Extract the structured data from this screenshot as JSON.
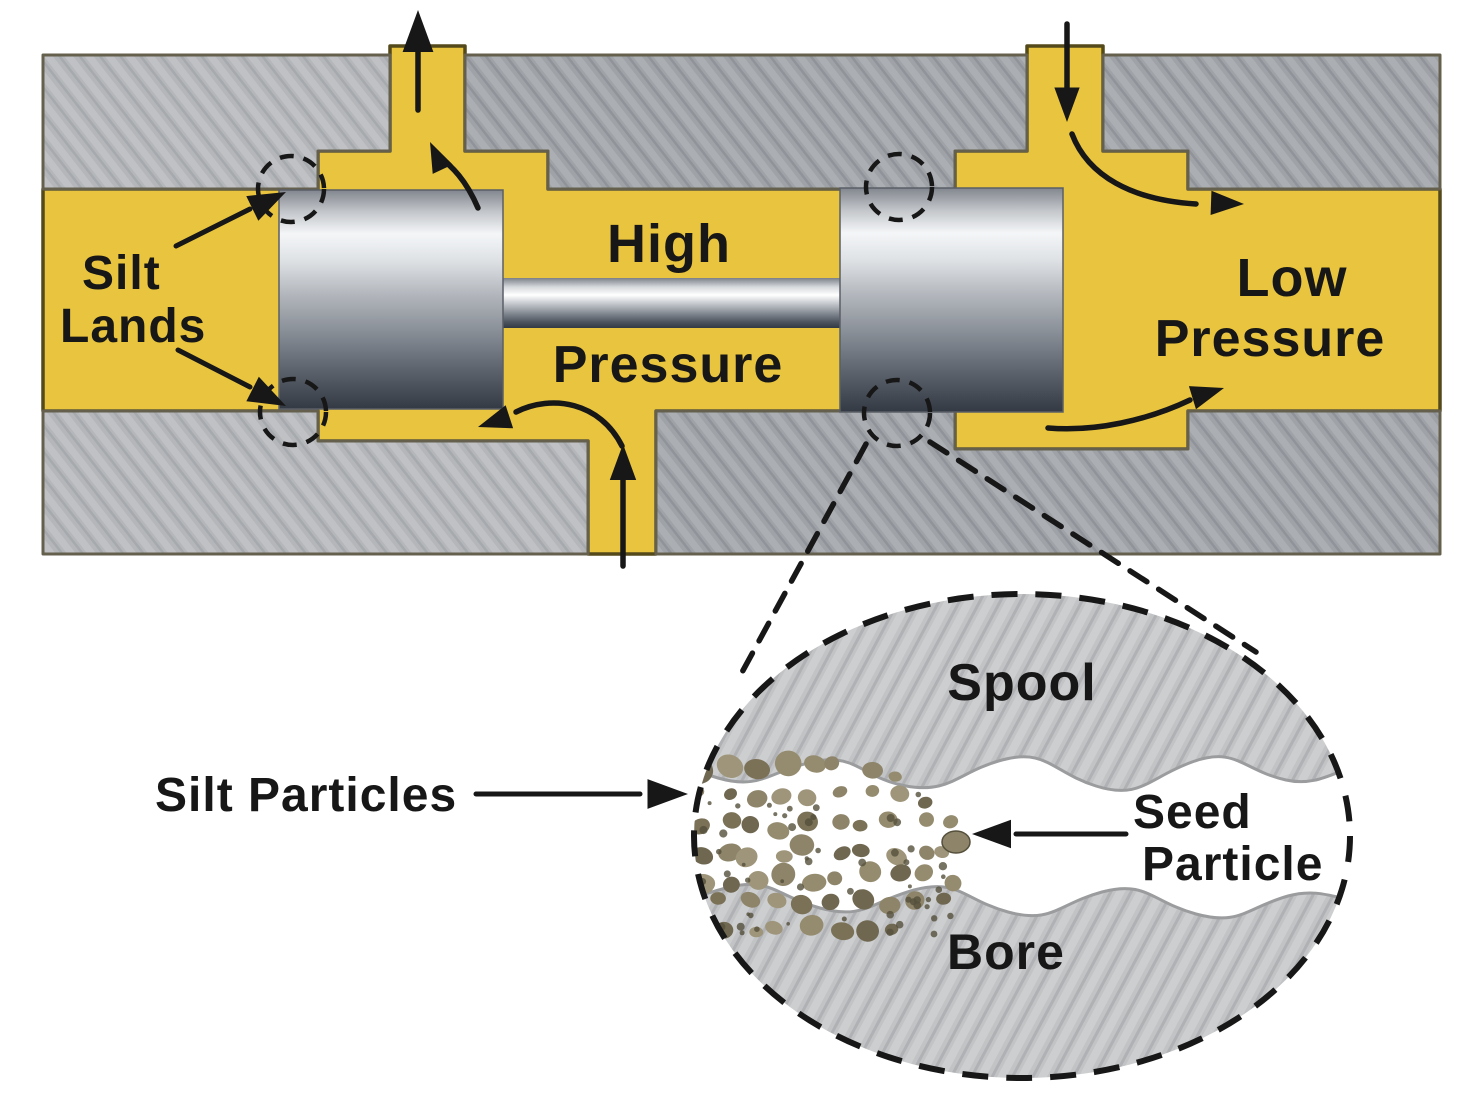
{
  "diagram": {
    "title": "spool-valve-silt-lands-diagram",
    "labels": {
      "silt_lands_line1": "Silt",
      "silt_lands_line2": "Lands",
      "high_pressure_line1": "High",
      "high_pressure_line2": "Pressure",
      "low_pressure_line1": "Low",
      "low_pressure_line2": "Pressure",
      "spool": "Spool",
      "bore": "Bore",
      "seed_particle_line1": "Seed",
      "seed_particle_line2": "Particle",
      "silt_particles": "Silt Particles"
    },
    "colors": {
      "fluid_yellow": "#e9c43f",
      "fluid_border": "#54491a",
      "block_border": "#64604d",
      "steel_light": "#b4b6b9",
      "steel_dark": "#9fa2a7",
      "magnified_gray": "#c2c3c5",
      "spool_highlight": "#f4f6f8",
      "spool_shadow": "#383e48",
      "silt_palette": [
        "#8d8469",
        "#7a7157",
        "#9e957a",
        "#6f6750",
        "#958c6f"
      ],
      "silt_speckle": "#55503c",
      "ink": "#171717"
    }
  }
}
